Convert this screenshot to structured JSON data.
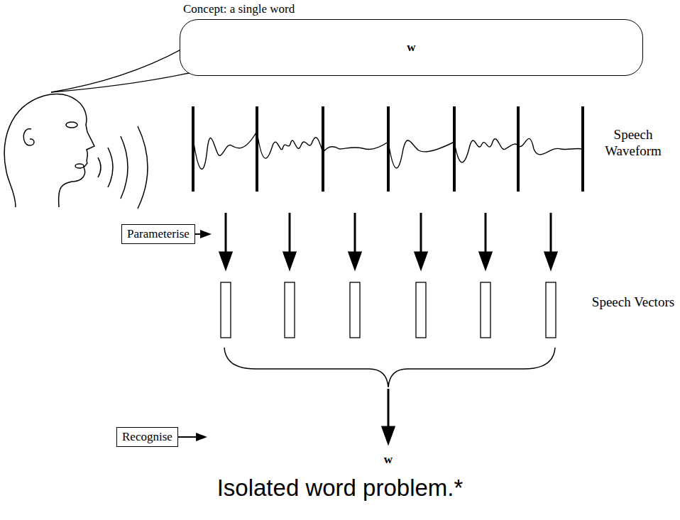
{
  "diagram": {
    "caption": "Isolated word problem.*",
    "nodes": [
      {
        "text": [
          "Concept: a single word",
          "w"
        ]
      },
      {
        "text": [
          "Parameterise"
        ]
      },
      {
        "text": [
          "Recognise"
        ]
      }
    ],
    "labels": [
      "Speech Waveform",
      "Speech Vectors",
      "w"
    ]
  }
}
